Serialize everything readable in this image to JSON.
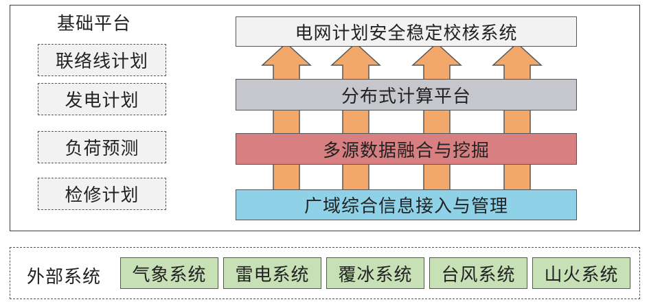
{
  "base_platform": {
    "title": "基础平台",
    "plans": [
      "联络线计划",
      "发电计划",
      "负荷预测",
      "检修计划"
    ]
  },
  "layers": {
    "top": "电网计划安全稳定校核系统",
    "compute": "分布式计算平台",
    "data_fusion": "多源数据融合与挖掘",
    "info_access": "广域综合信息接入与管理"
  },
  "external": {
    "title": "外部系统",
    "systems": [
      "气象系统",
      "雷电系统",
      "覆冰系统",
      "台风系统",
      "山火系统"
    ]
  },
  "colors": {
    "arrow_fill": "#f3a86b",
    "compute_layer": "#c5c7cc",
    "data_layer": "#d87f82",
    "info_layer": "#8fd2e8",
    "external_item": "#c7e0b6",
    "plan_box": "#f2f2f2"
  }
}
